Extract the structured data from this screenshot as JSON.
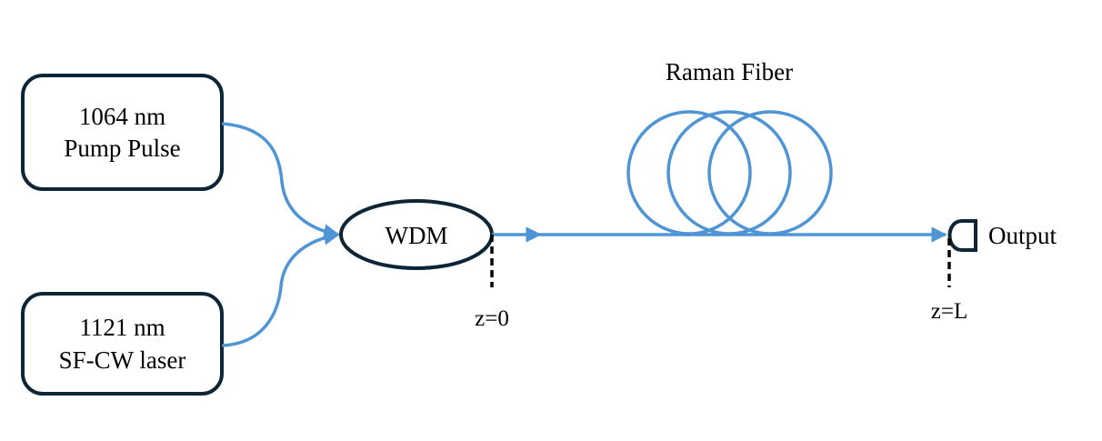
{
  "colors": {
    "fiber": "#4f94d4",
    "outline": "#0d2536",
    "text": "#000000"
  },
  "sources": [
    {
      "line1": "1064 nm",
      "line2": "Pump Pulse"
    },
    {
      "line1": "1121 nm",
      "line2": "SF-CW laser"
    }
  ],
  "wdm": {
    "label": "WDM"
  },
  "fiber": {
    "label": "Raman Fiber"
  },
  "output": {
    "label": "Output"
  },
  "markers": {
    "start": "z=0",
    "end": "z=L"
  }
}
